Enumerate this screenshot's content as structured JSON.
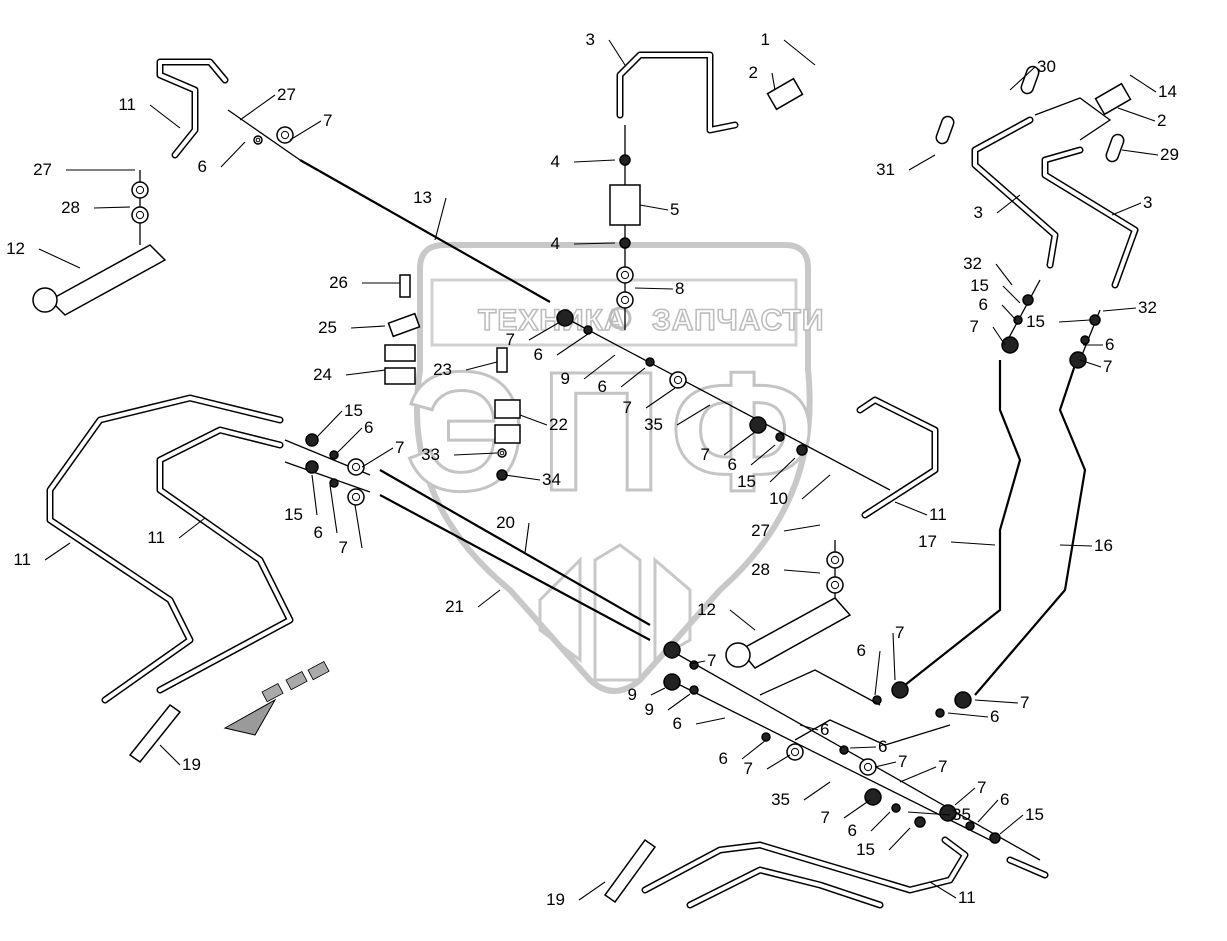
{
  "diagram": {
    "title": "Hydraulic lines assembly",
    "watermark": {
      "top_left": "ТЕХНИКА",
      "top_right": "ЗАПЧАСТИ",
      "logo_letters": [
        "Э",
        "П",
        "Ф"
      ],
      "colors": {
        "stroke": "#bdbdbd",
        "fill": "#ffffff"
      }
    },
    "colors": {
      "line": "#000000",
      "background": "#ffffff",
      "arrow_fill": "#9a9a9a"
    },
    "callouts": [
      {
        "id": "1",
        "text": "1"
      },
      {
        "id": "2a",
        "text": "2"
      },
      {
        "id": "3a",
        "text": "3"
      },
      {
        "id": "11a",
        "text": "11"
      },
      {
        "id": "27a",
        "text": "27"
      },
      {
        "id": "7a",
        "text": "7"
      },
      {
        "id": "6a",
        "text": "6"
      },
      {
        "id": "27b",
        "text": "27"
      },
      {
        "id": "28a",
        "text": "28"
      },
      {
        "id": "12a",
        "text": "12"
      },
      {
        "id": "13",
        "text": "13"
      },
      {
        "id": "4a",
        "text": "4"
      },
      {
        "id": "5",
        "text": "5"
      },
      {
        "id": "4b",
        "text": "4"
      },
      {
        "id": "8",
        "text": "8"
      },
      {
        "id": "26",
        "text": "26"
      },
      {
        "id": "25",
        "text": "25"
      },
      {
        "id": "24",
        "text": "24"
      },
      {
        "id": "7b",
        "text": "7"
      },
      {
        "id": "6b",
        "text": "6"
      },
      {
        "id": "9a",
        "text": "9"
      },
      {
        "id": "6c",
        "text": "6"
      },
      {
        "id": "23",
        "text": "23"
      },
      {
        "id": "7c",
        "text": "7"
      },
      {
        "id": "35a",
        "text": "35"
      },
      {
        "id": "22",
        "text": "22"
      },
      {
        "id": "33",
        "text": "33"
      },
      {
        "id": "34",
        "text": "34"
      },
      {
        "id": "7d",
        "text": "7"
      },
      {
        "id": "6d",
        "text": "6"
      },
      {
        "id": "15a",
        "text": "15"
      },
      {
        "id": "10",
        "text": "10"
      },
      {
        "id": "11b",
        "text": "11"
      },
      {
        "id": "30",
        "text": "30"
      },
      {
        "id": "14",
        "text": "14"
      },
      {
        "id": "2b",
        "text": "2"
      },
      {
        "id": "31",
        "text": "31"
      },
      {
        "id": "29",
        "text": "29"
      },
      {
        "id": "3b",
        "text": "3"
      },
      {
        "id": "3c",
        "text": "3"
      },
      {
        "id": "32a",
        "text": "32"
      },
      {
        "id": "15b",
        "text": "15"
      },
      {
        "id": "6e",
        "text": "6"
      },
      {
        "id": "7e",
        "text": "7"
      },
      {
        "id": "15c",
        "text": "15"
      },
      {
        "id": "32b",
        "text": "32"
      },
      {
        "id": "6f",
        "text": "6"
      },
      {
        "id": "7f",
        "text": "7"
      },
      {
        "id": "15d",
        "text": "15"
      },
      {
        "id": "6g",
        "text": "6"
      },
      {
        "id": "7g",
        "text": "7"
      },
      {
        "id": "15e",
        "text": "15"
      },
      {
        "id": "6h",
        "text": "6"
      },
      {
        "id": "7h",
        "text": "7"
      },
      {
        "id": "11c",
        "text": "11"
      },
      {
        "id": "11d",
        "text": "11"
      },
      {
        "id": "20",
        "text": "20"
      },
      {
        "id": "21",
        "text": "21"
      },
      {
        "id": "27c",
        "text": "27"
      },
      {
        "id": "28b",
        "text": "28"
      },
      {
        "id": "17",
        "text": "17"
      },
      {
        "id": "16",
        "text": "16"
      },
      {
        "id": "12b",
        "text": "12"
      },
      {
        "id": "7i",
        "text": "7"
      },
      {
        "id": "6i",
        "text": "6"
      },
      {
        "id": "7j",
        "text": "7"
      },
      {
        "id": "6j",
        "text": "6"
      },
      {
        "id": "9b",
        "text": "9"
      },
      {
        "id": "9c",
        "text": "9"
      },
      {
        "id": "6k",
        "text": "6"
      },
      {
        "id": "6l",
        "text": "6"
      },
      {
        "id": "7k",
        "text": "7"
      },
      {
        "id": "6m",
        "text": "6"
      },
      {
        "id": "7l",
        "text": "7"
      },
      {
        "id": "7m",
        "text": "7"
      },
      {
        "id": "6n",
        "text": "6"
      },
      {
        "id": "7n",
        "text": "7"
      },
      {
        "id": "35b",
        "text": "35"
      },
      {
        "id": "35c",
        "text": "35"
      },
      {
        "id": "7o",
        "text": "7"
      },
      {
        "id": "6o",
        "text": "6"
      },
      {
        "id": "15f",
        "text": "15"
      },
      {
        "id": "7p",
        "text": "7"
      },
      {
        "id": "6p",
        "text": "6"
      },
      {
        "id": "15g",
        "text": "15"
      },
      {
        "id": "19a",
        "text": "19"
      },
      {
        "id": "19b",
        "text": "19"
      },
      {
        "id": "11e",
        "text": "11"
      }
    ]
  }
}
